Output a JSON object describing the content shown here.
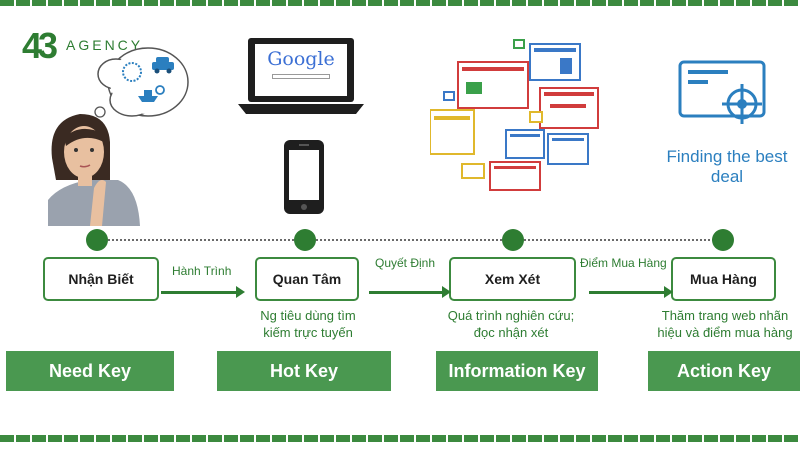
{
  "logo": {
    "mark": "43",
    "text": "AGENCY"
  },
  "colors": {
    "brand_green": "#2e7d32",
    "key_green": "#4a9850",
    "accent_blue": "#2b7fbf"
  },
  "illustrations": {
    "woman_thinking": {
      "icon": "thinking-woman-icon"
    },
    "laptop": {
      "screen_text": "Google",
      "icon": "laptop-icon"
    },
    "phone": {
      "icon": "smartphone-icon"
    },
    "web_pages": {
      "icon": "web-pages-cluster-icon"
    },
    "target": {
      "icon": "browser-target-icon",
      "caption": "Finding the best deal"
    }
  },
  "stages": [
    {
      "label": "Nhận Biết",
      "key": "Need Key",
      "description": ""
    },
    {
      "label": "Quan Tâm",
      "key": "Hot Key",
      "description": "Ng tiêu dùng tìm kiếm trực tuyến"
    },
    {
      "label": "Xem Xét",
      "key": "Information Key",
      "description": "Quá trình nghiên cứu; đọc nhận xét"
    },
    {
      "label": "Mua Hàng",
      "key": "Action Key",
      "description": "Thăm trang web nhãn hiệu và điểm mua hàng"
    }
  ],
  "transitions": [
    "Hành Trình",
    "Quyết Định",
    "Điểm Mua Hàng"
  ]
}
